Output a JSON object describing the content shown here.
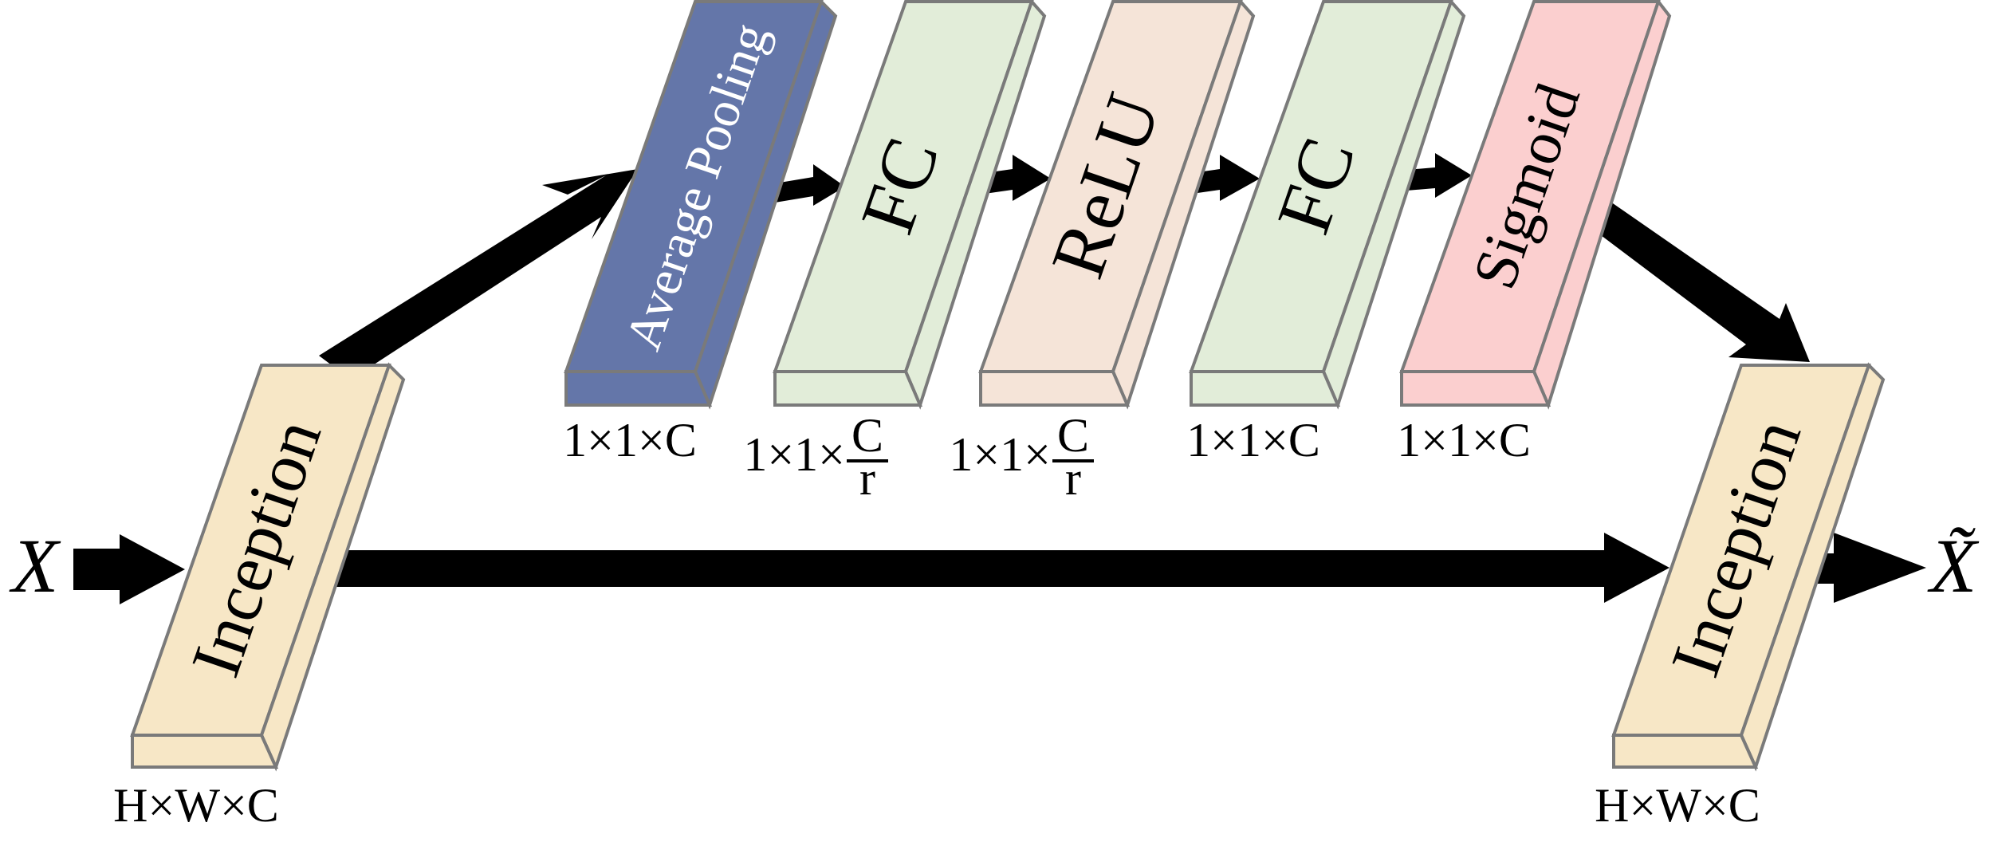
{
  "input_symbol": "X",
  "output_symbol": "X̃",
  "blocks": [
    {
      "id": "inception-in",
      "label": "Inception",
      "dims": "H×W×C",
      "fill": "#f7e7c6"
    },
    {
      "id": "avg-pool",
      "label": "Average Pooling",
      "dims": "1×1×C",
      "fill": "#6476a9"
    },
    {
      "id": "fc-1",
      "label": "FC",
      "dims_prefix": "1×1×",
      "dims_num": "C",
      "dims_den": "r",
      "fill": "#e2edd9"
    },
    {
      "id": "relu",
      "label": "ReLU",
      "dims_prefix": "1×1×",
      "dims_num": "C",
      "dims_den": "r",
      "fill": "#f5e4d8"
    },
    {
      "id": "fc-2",
      "label": "FC",
      "dims": "1×1×C",
      "fill": "#e2edd9"
    },
    {
      "id": "sigmoid",
      "label": "Sigmoid",
      "dims": "1×1×C",
      "fill": "#fbcfcf"
    },
    {
      "id": "inception-out",
      "label": "Inception",
      "dims": "H×W×C",
      "fill": "#f7e7c6"
    }
  ],
  "colors": {
    "edge": "#7a7a7a",
    "arrow": "#000000",
    "text": "#000000",
    "pool_text": "#ffffff"
  }
}
